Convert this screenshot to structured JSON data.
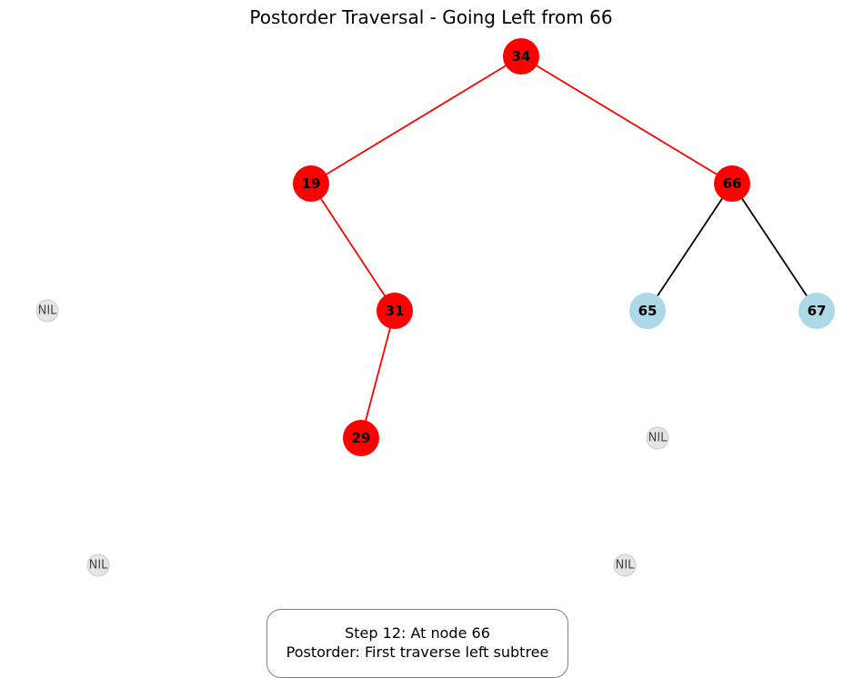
{
  "title": "Postorder Traversal - Going Left from 66",
  "colors": {
    "visited_node": "#ff0000",
    "unvisited_node": "#add8e6",
    "nil_node": "#e5e5e5",
    "nil_border": "#cccccc",
    "visited_edge": "#ff0000",
    "unvisited_edge": "#000000"
  },
  "nodes": [
    {
      "id": "n34",
      "label": "34",
      "state": "visited"
    },
    {
      "id": "n19",
      "label": "19",
      "state": "visited"
    },
    {
      "id": "n66",
      "label": "66",
      "state": "visited"
    },
    {
      "id": "n31",
      "label": "31",
      "state": "visited"
    },
    {
      "id": "n29",
      "label": "29",
      "state": "visited"
    },
    {
      "id": "n65",
      "label": "65",
      "state": "unvisited"
    },
    {
      "id": "n67",
      "label": "67",
      "state": "unvisited"
    },
    {
      "id": "nil1",
      "label": "NIL",
      "state": "nil"
    },
    {
      "id": "nil2",
      "label": "NIL",
      "state": "nil"
    },
    {
      "id": "nil3",
      "label": "NIL",
      "state": "nil"
    },
    {
      "id": "nil4",
      "label": "NIL",
      "state": "nil"
    }
  ],
  "edges": [
    {
      "from": "n34",
      "to": "n19",
      "state": "visited"
    },
    {
      "from": "n34",
      "to": "n66",
      "state": "visited"
    },
    {
      "from": "n19",
      "to": "n31",
      "state": "visited"
    },
    {
      "from": "n31",
      "to": "n29",
      "state": "visited"
    },
    {
      "from": "n66",
      "to": "n65",
      "state": "unvisited"
    },
    {
      "from": "n66",
      "to": "n67",
      "state": "unvisited"
    }
  ],
  "info": {
    "line1": "Step 12: At node 66",
    "line2": "Postorder: First traverse left subtree"
  }
}
